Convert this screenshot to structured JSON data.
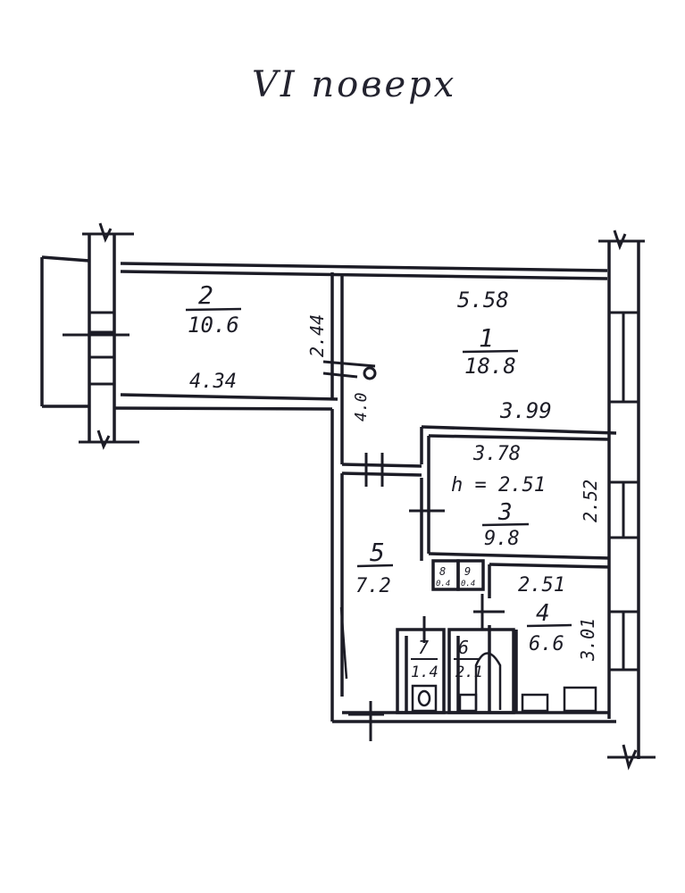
{
  "title": "VI поверх",
  "colors": {
    "ink": "#1c1c26",
    "paper": "#ffffff"
  },
  "rooms": [
    {
      "number": "2",
      "area": "10.6",
      "width": "4.34",
      "depth": "2.44"
    },
    {
      "number": "1",
      "area": "18.8",
      "width": "5.58",
      "bottom": "3.99",
      "side": "4.0"
    },
    {
      "number": "3",
      "area": "9.8",
      "width": "3.78",
      "height": "h = 2.51",
      "depth": "2.52"
    },
    {
      "number": "4",
      "area": "6.6",
      "width": "2.51",
      "depth": "3.01"
    },
    {
      "number": "5",
      "area": "7.2"
    },
    {
      "number": "7",
      "area": "1.4"
    },
    {
      "number": "6",
      "area": "2.1"
    },
    {
      "number": "8",
      "area": "0.4"
    },
    {
      "number": "9",
      "area": "0.4"
    }
  ]
}
